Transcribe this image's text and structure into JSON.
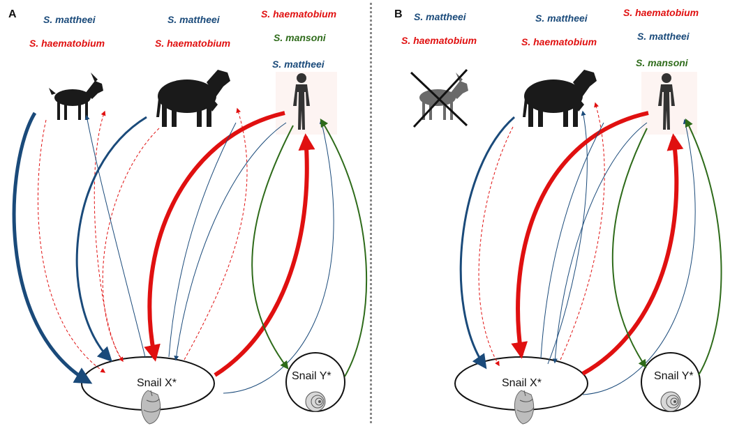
{
  "colors": {
    "s_mattheei": "#1a4a7a",
    "s_haematobium": "#e01010",
    "s_mansoni": "#2e6b1a"
  },
  "panel_a": {
    "letter": "A",
    "goat_species": [
      "S. mattheei",
      "S. haematobium"
    ],
    "cattle_species": [
      "S. mattheei",
      "S. haematobium"
    ],
    "human_species": [
      "S. haematobium",
      "S. mansoni",
      "S. mattheei"
    ],
    "snail_x_label": "Snail X*",
    "snail_y_label": "Snail Y*"
  },
  "panel_b": {
    "letter": "B",
    "goat_species": [
      "S. mattheei",
      "S. haematobium"
    ],
    "cattle_species": [
      "S. mattheei",
      "S. haematobium"
    ],
    "human_species": [
      "S. haematobium",
      "S. mattheei",
      "S. mansoni"
    ],
    "snail_x_label": "Snail X*",
    "snail_y_label": "Snail Y*"
  },
  "icons": {
    "goat": "goat-icon",
    "goat_crossed": "crossed-out-goat-icon",
    "cattle": "cattle-icon",
    "human": "human-figure-icon",
    "snail_x": "conical-snail-shell-icon",
    "snail_y": "planorbid-snail-shell-icon"
  }
}
